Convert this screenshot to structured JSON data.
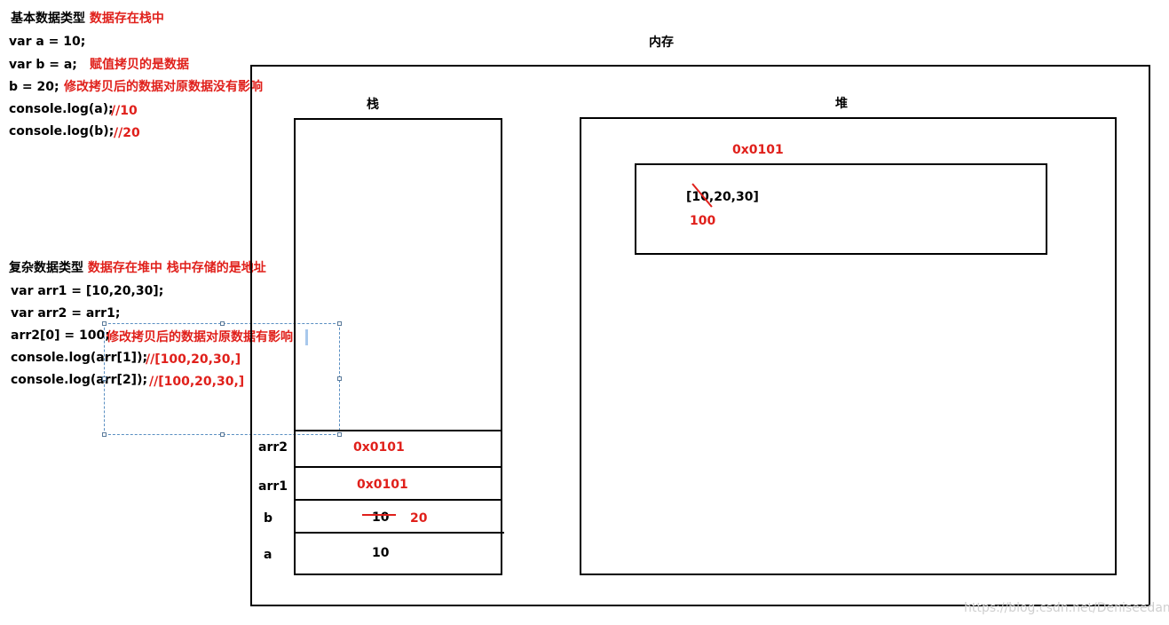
{
  "left_code": {
    "basic": {
      "heading": "基本数据类型",
      "heading_note": "数据存在栈中",
      "lines": [
        {
          "code": "var a = 10;",
          "comment": ""
        },
        {
          "code": "var b = a;",
          "comment": "赋值拷贝的是数据"
        },
        {
          "code": "b = 20;",
          "comment": "修改拷贝后的数据对原数据没有影响"
        },
        {
          "code": "console.log(a);",
          "comment": "//10"
        },
        {
          "code": "console.log(b);",
          "comment": "//20"
        }
      ]
    },
    "complex": {
      "heading": "复杂数据类型",
      "heading_note": "数据存在堆中 栈中存储的是地址",
      "lines": [
        {
          "code": "var arr1 = [10,20,30];",
          "comment": ""
        },
        {
          "code": "var arr2 = arr1;",
          "comment": ""
        },
        {
          "code": "arr2[0] = 100;",
          "comment": "修改拷贝后的数据对原数据有影响"
        },
        {
          "code": "console.log(arr[1]);",
          "comment": "//[100,20,30,]"
        },
        {
          "code": "console.log(arr[2]);",
          "comment": "//[100,20,30,]"
        }
      ]
    }
  },
  "memory": {
    "title": "内存",
    "stack": {
      "title": "栈",
      "slots": [
        {
          "label": "arr2",
          "value": "0x0101",
          "value_red": true,
          "new_value": ""
        },
        {
          "label": "arr1",
          "value": "0x0101",
          "value_red": true,
          "new_value": ""
        },
        {
          "label": "b",
          "value": "10",
          "value_red": false,
          "new_value": "20"
        },
        {
          "label": "a",
          "value": "10",
          "value_red": false,
          "new_value": ""
        }
      ]
    },
    "heap": {
      "title": "堆",
      "object": {
        "address": "0x0101",
        "value": "[10,20,30]",
        "replacement": "100"
      }
    }
  },
  "watermark": "https://blog.csdn.net/Deniseedan",
  "colors": {
    "accent_red": "#e0201b",
    "selection_blue": "#5a8fc2"
  }
}
